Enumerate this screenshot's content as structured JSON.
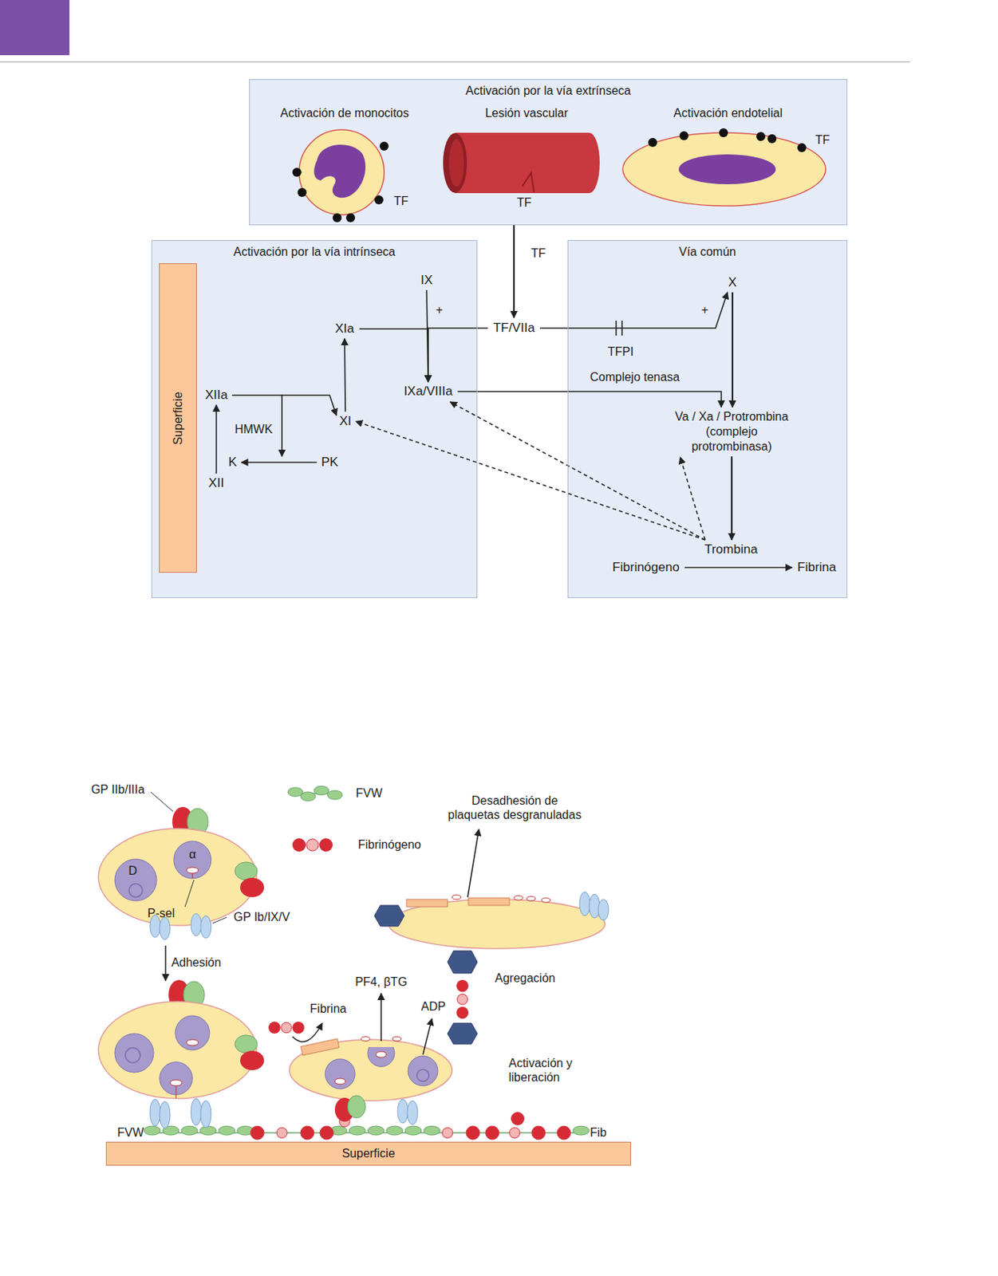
{
  "diagram": {
    "nodes": [
      {
        "text": [
          "Activación por la vía extrínseca"
        ]
      },
      {
        "text": [
          "Activación de monocitos",
          "TF"
        ],
        "in": 0
      },
      {
        "text": [
          "Lesión vascular",
          "TF"
        ],
        "in": 0
      },
      {
        "text": [
          "Activación endotelial",
          "TF"
        ],
        "in": 0
      },
      {
        "text": [
          "Activación por la vía intrínseca"
        ]
      },
      {
        "text": [
          "Superficie"
        ],
        "in": 4
      },
      {
        "text": [
          "IX"
        ],
        "in": 4
      },
      {
        "text": [
          "XIa"
        ],
        "in": 4
      },
      {
        "text": [
          "XIIa"
        ],
        "in": 4
      },
      {
        "text": [
          "IXa/VIIIa"
        ],
        "in": 4
      },
      {
        "text": [
          "XI"
        ],
        "in": 4
      },
      {
        "text": [
          "K"
        ],
        "in": 4
      },
      {
        "text": [
          "PK"
        ],
        "in": 4
      },
      {
        "text": [
          "XII"
        ],
        "in": 4
      },
      {
        "text": [
          "TF/VIIa"
        ]
      },
      {
        "text": [
          "Vía común"
        ]
      },
      {
        "text": [
          "X"
        ],
        "in": 15
      },
      {
        "text": [
          "Va / Xa / Protrombina (complejo protrombinasa)"
        ],
        "in": 15
      },
      {
        "text": [
          "Trombina"
        ],
        "in": 15
      },
      {
        "text": [
          "Fibrinógeno"
        ],
        "in": 15
      },
      {
        "text": [
          "Fibrina"
        ],
        "in": 15
      },
      {
        "text": [
          "Superficie"
        ]
      }
    ],
    "edges": [
      {
        "from": 0,
        "to": 14,
        "label": "TF",
        "arrow": "to"
      },
      {
        "from": 13,
        "to": 8,
        "arrow": "to"
      },
      {
        "from": 12,
        "to": 11,
        "arrow": "to"
      },
      {
        "from": 8,
        "to": 10,
        "arrow": "to"
      },
      {
        "from": 10,
        "to": 7,
        "arrow": "to"
      },
      {
        "from": 7,
        "to": 9,
        "arrow": "to"
      },
      {
        "from": 6,
        "to": 9,
        "arrow": "to"
      },
      {
        "from": 14,
        "to": 9,
        "arrow": "to"
      },
      {
        "from": 14,
        "to": 16,
        "arrow": "to"
      },
      {
        "from": 9,
        "to": 17,
        "label": "Complejo tenasa",
        "arrow": "to"
      },
      {
        "from": 16,
        "to": 17,
        "arrow": "to"
      },
      {
        "from": 17,
        "to": 18,
        "arrow": "to"
      },
      {
        "from": 19,
        "to": 20,
        "arrow": "to"
      },
      {
        "from": 18,
        "to": 10,
        "arrow": "to"
      },
      {
        "from": 18,
        "to": 9,
        "arrow": "to"
      },
      {
        "from": 18,
        "to": 17,
        "arrow": "to"
      }
    ],
    "labels": [
      "+",
      "+",
      "HMWK",
      "TFPI",
      "GP IIb/IIIa",
      "D",
      "α",
      "P-sel",
      "GP Ib/IX/V",
      "Adhesión",
      "Desadhesión de plaquetas desgranuladas",
      "Agregación",
      "PF4, βTG",
      "ADP",
      "Fibrina",
      "Activación y liberación",
      "FVW",
      "Fib"
    ],
    "legend": [
      {
        "text": "FVW"
      },
      {
        "text": "Fibrinógeno"
      }
    ]
  }
}
